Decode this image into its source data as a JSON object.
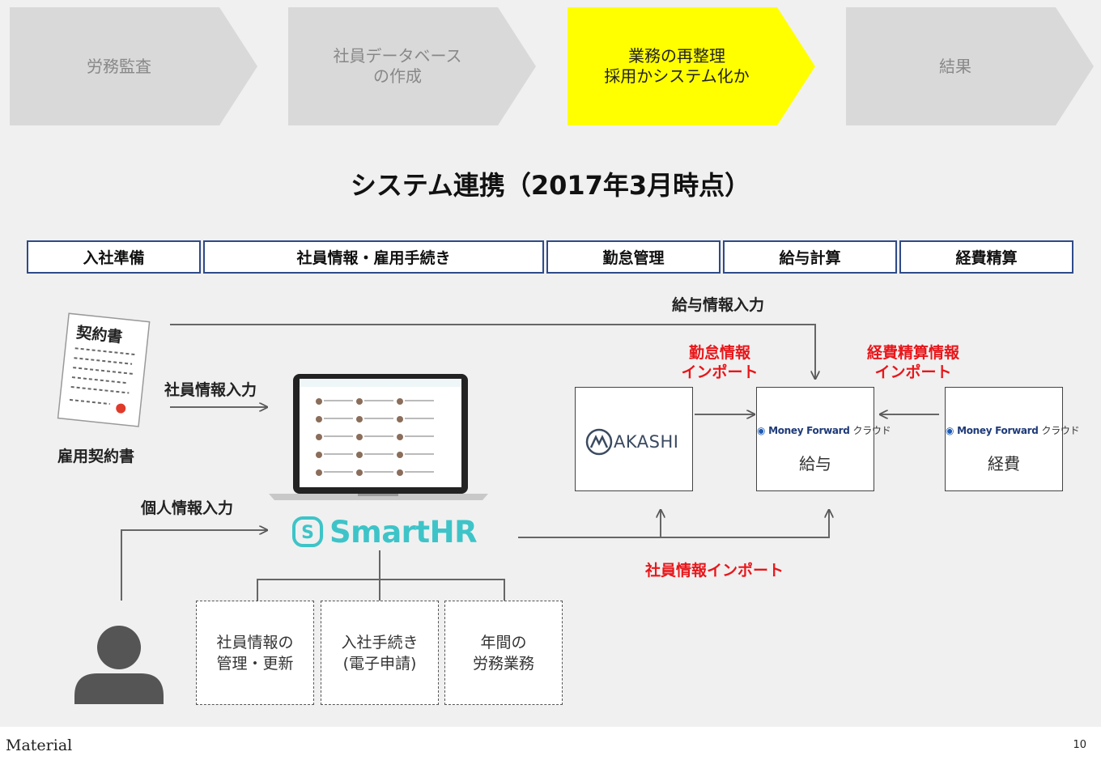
{
  "process_steps": [
    {
      "lines": [
        "労務監査"
      ],
      "active": false
    },
    {
      "lines": [
        "社員データベース",
        "の作成"
      ],
      "active": false
    },
    {
      "lines": [
        "業務の再整理",
        "採用かシステム化か"
      ],
      "active": true
    },
    {
      "lines": [
        "結果"
      ],
      "active": false
    }
  ],
  "title": "システム連携（2017年3月時点）",
  "phases": [
    "入社準備",
    "社員情報・雇用手続き",
    "勤怠管理",
    "給与計算",
    "経費精算"
  ],
  "labels": {
    "payroll_input": "給与情報入力",
    "employee_input": "社員情報入力",
    "personal_input": "個人情報入力",
    "contract": "雇用契約書",
    "contract_doc_title": "契約書",
    "attendance_import": [
      "勤怠情報",
      "インポート"
    ],
    "expense_import": [
      "経費精算情報",
      "インポート"
    ],
    "employee_import": "社員情報インポート"
  },
  "services": {
    "smarthr": "SmartHR",
    "akashi": "AKASHI",
    "mf_logo": "Money Forward",
    "mf_kana": "クラウド",
    "payroll": "給与",
    "expense": "経費"
  },
  "tasks": [
    [
      "社員情報の",
      "管理・更新"
    ],
    [
      "入社手続き",
      "(電子申請)"
    ],
    [
      "年間の",
      "労務業務"
    ]
  ],
  "footer": {
    "brand": "Material",
    "page": "10"
  },
  "colors": {
    "active_step": "#ffff00",
    "inactive_step": "#d9d9d9",
    "phase_border": "#2f4a8a",
    "highlight_text": "#e8161a",
    "smarthr": "#3ec4c8"
  }
}
